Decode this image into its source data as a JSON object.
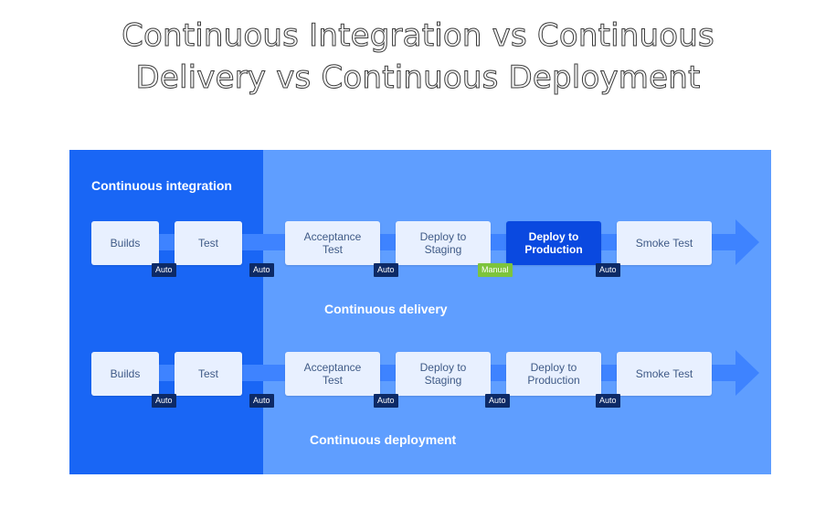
{
  "title": {
    "line1": "Continuous Integration vs Continuous",
    "line2": "Delivery vs Continuous Deployment"
  },
  "colors": {
    "ci_panel": "#1966f5",
    "pipeline_background": "#5f9eff",
    "band": "#3e83ff",
    "box": "#e8f0ff",
    "box_highlight": "#0a49e0",
    "auto_tag": "#0d2a66",
    "manual_tag": "#7dc43c"
  },
  "labels": {
    "continuous_integration": "Continuous integration",
    "continuous_delivery": "Continuous delivery",
    "continuous_deployment": "Continuous deployment"
  },
  "delivery": {
    "steps": [
      {
        "line1": "Builds",
        "line2": ""
      },
      {
        "line1": "Test",
        "line2": ""
      },
      {
        "line1": "Acceptance",
        "line2": "Test"
      },
      {
        "line1": "Deploy to",
        "line2": "Staging"
      },
      {
        "line1": "Deploy to",
        "line2": "Production"
      },
      {
        "line1": "Smoke Test",
        "line2": ""
      }
    ],
    "gates": [
      "Auto",
      "Auto",
      "Auto",
      "Manual",
      "Auto"
    ]
  },
  "deployment": {
    "steps": [
      {
        "line1": "Builds",
        "line2": ""
      },
      {
        "line1": "Test",
        "line2": ""
      },
      {
        "line1": "Acceptance",
        "line2": "Test"
      },
      {
        "line1": "Deploy to",
        "line2": "Staging"
      },
      {
        "line1": "Deploy to",
        "line2": "Production"
      },
      {
        "line1": "Smoke Test",
        "line2": ""
      }
    ],
    "gates": [
      "Auto",
      "Auto",
      "Auto",
      "Auto",
      "Auto"
    ]
  }
}
